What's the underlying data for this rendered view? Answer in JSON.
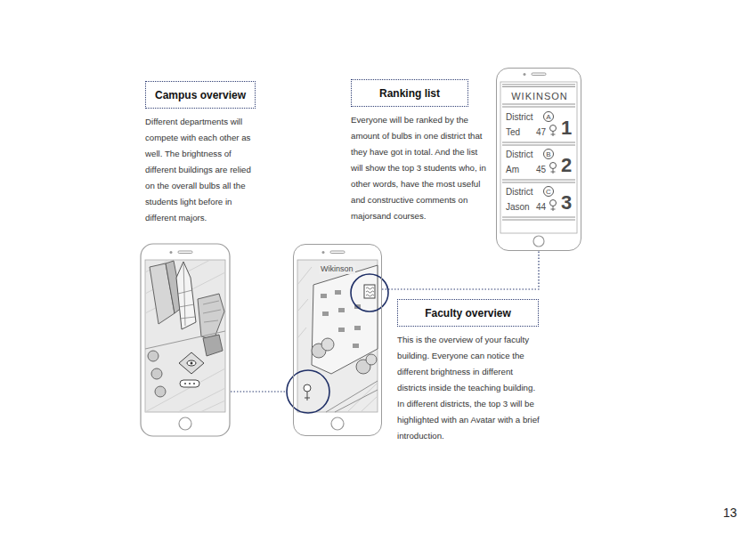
{
  "diagram": {
    "nodes": [
      {
        "text": [
          "Campus overview",
          "Different departments will compete with each other as well. The brightness of different buildings are relied on the overall bulbs all the students light before in different majors."
        ]
      },
      {
        "text": [
          "Ranking list",
          "Everyone will be ranked by the amount of bulbs in one district that they have got in total. And the list will show the top 3 students who, in other words, have the most useful and constructive comments on majorsand courses."
        ]
      },
      {
        "text": [
          "WIKINSON",
          "District",
          "A",
          "Ted",
          "47",
          "1",
          "District",
          "B",
          "Am",
          "45",
          "2",
          "District",
          "C",
          "Jason",
          "44",
          "3"
        ]
      },
      {
        "text": [
          "Wikinson"
        ]
      },
      {
        "text": [
          "Faculty overview",
          "This is the overview of your faculty building. Everyone can notice the different brightness in different districts inside the teaching building. In different districts, the top 3 will be highlighted with an Avatar with a brief introduction."
        ]
      }
    ],
    "edges": [
      {
        "from": 3,
        "to": 2,
        "arrow": "none"
      }
    ],
    "labels": [
      "13"
    ]
  }
}
